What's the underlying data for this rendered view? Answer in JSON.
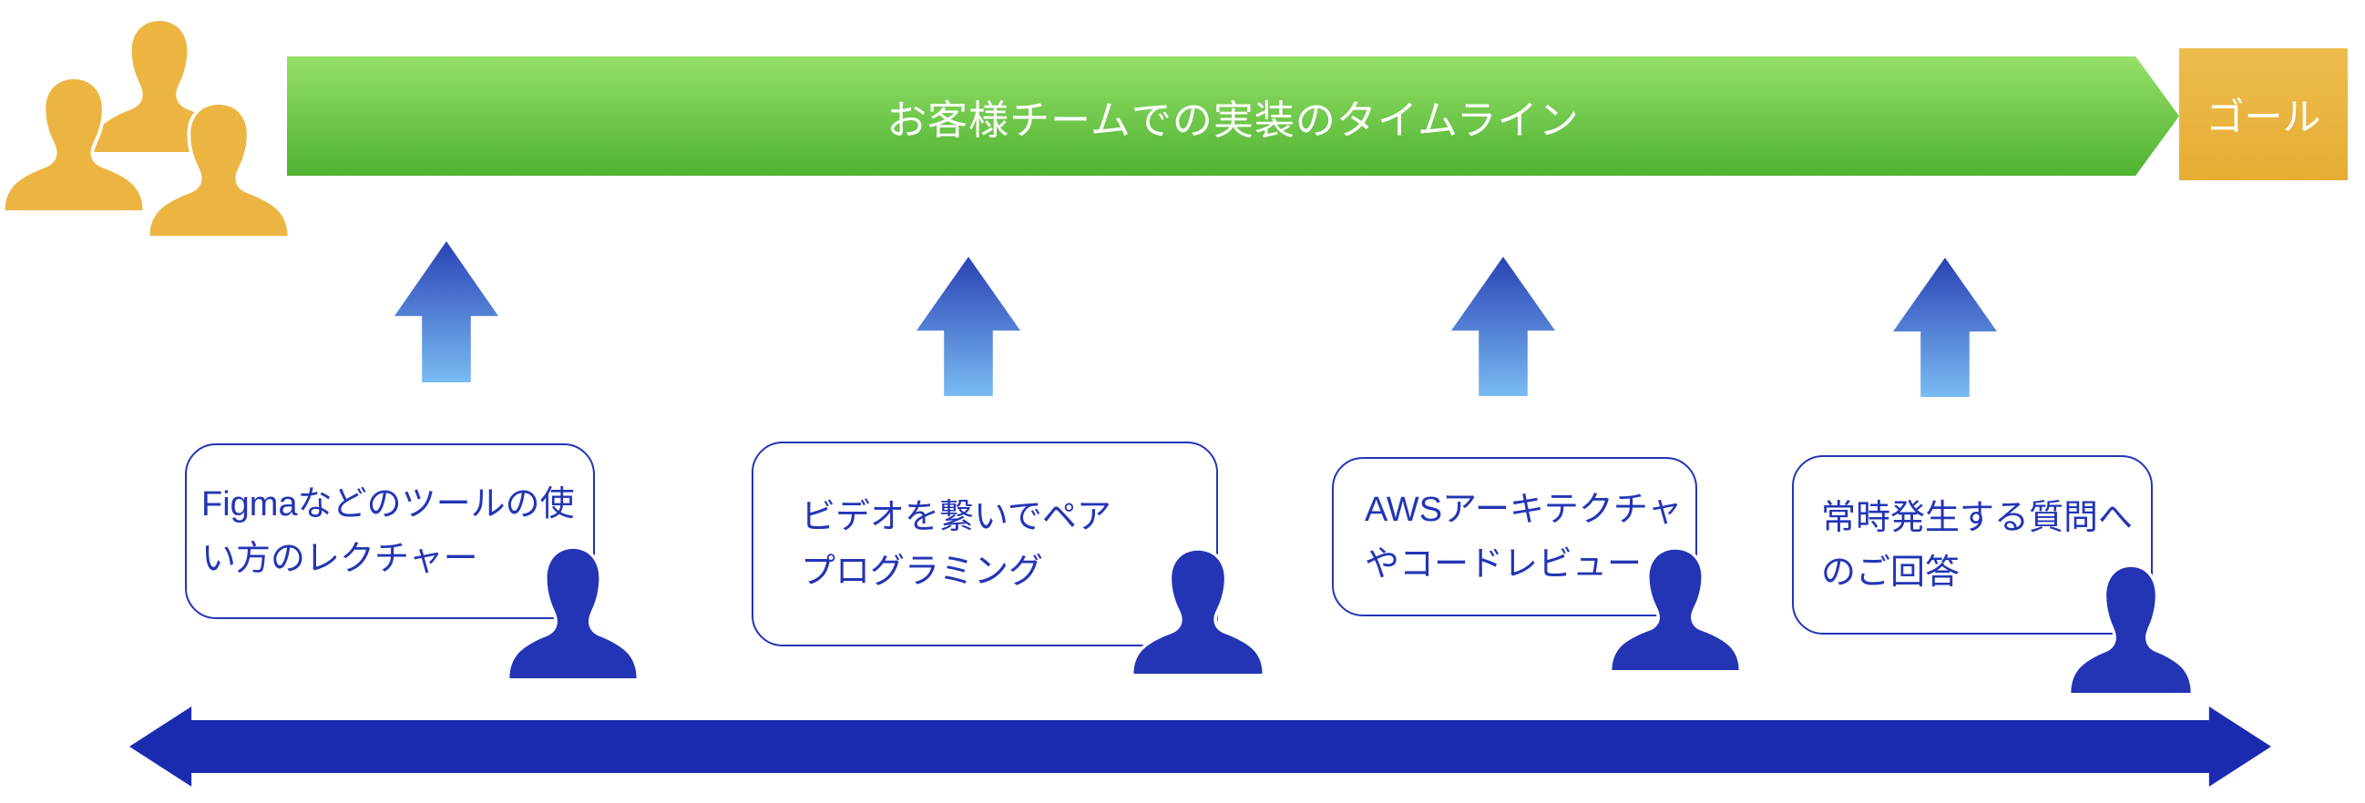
{
  "diagram": {
    "banner": {
      "title": "お客様チームでの実装のタイムライン"
    },
    "goal": {
      "label": "ゴール"
    },
    "bubbles": [
      {
        "text": "Figmaなどのツールの使い方のレクチャー",
        "lines": [
          "Figmaなどのツールの使",
          "い方のレクチャー"
        ]
      },
      {
        "text": "ビデオを繋いでペアプログラミング",
        "lines": [
          "ビデオを繋いでペア",
          "プログラミング"
        ]
      },
      {
        "text": "AWSアーキテクチャやコードレビュー",
        "lines": [
          "AWSアーキテクチャ",
          "やコードレビュー"
        ]
      },
      {
        "text": "常時発生する質問へのご回答",
        "lines": [
          "常時発生する質問へ",
          "のご回答"
        ]
      }
    ],
    "icons": {
      "customer_team": "people-group-icon",
      "supporter": "person-icon",
      "support_flow": "up-arrow-icon",
      "timeline_axis": "double-headed-arrow-icon"
    },
    "colors": {
      "banner_green_top": "#95e069",
      "banner_green_bottom": "#4fb231",
      "goal_gold_top": "#eebc4e",
      "goal_gold_bottom": "#e5ad33",
      "team_gold": "#ecb542",
      "arrow_gradient_top": "#2a42b5",
      "arrow_gradient_bottom": "#79bbf2",
      "deep_blue": "#2335b5",
      "timeline_blue": "#1a2bb0"
    }
  }
}
